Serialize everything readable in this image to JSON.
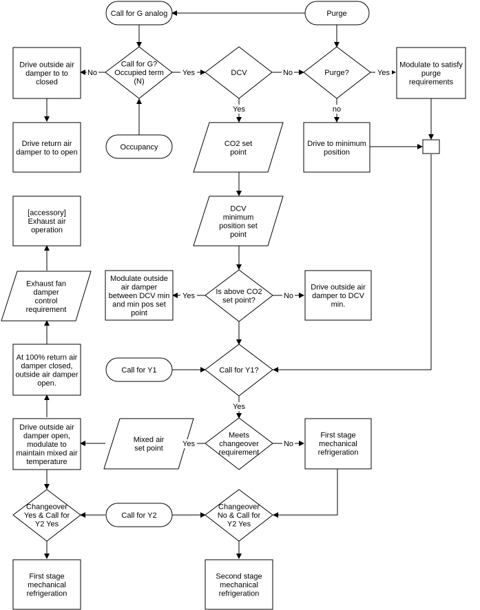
{
  "nodes": {
    "call_g_analog": [
      "Call for G analog"
    ],
    "purge": [
      "Purge"
    ],
    "drive_oa_closed": [
      "Drive outside air",
      "damper to to",
      "closed"
    ],
    "call_g_occupied": [
      "Call for G?",
      "Occupied term",
      "(N)"
    ],
    "dcv": [
      "DCV"
    ],
    "purge_q": [
      "Purge?"
    ],
    "modulate_purge": [
      "Modulate to satisfy",
      "purge",
      "requirements"
    ],
    "drive_return_open": [
      "Drive return air",
      "damper to to open"
    ],
    "occupancy": [
      "Occupancy"
    ],
    "co2_setpoint": [
      "CO2 set",
      "point"
    ],
    "drive_min_position": [
      "Drive to minimum",
      "position"
    ],
    "dcv_min_position": [
      "DCV",
      "minimum",
      "position set",
      "point"
    ],
    "exhaust_operation": [
      "[accessory]",
      "Exhaust air",
      "operation"
    ],
    "exhaust_fan_damper": [
      "Exhaust fan",
      "damper",
      "control",
      "requirement"
    ],
    "modulate_dcv_min": [
      "Modulate outside",
      "air damper",
      "between DCV min",
      "and min pos set",
      "point"
    ],
    "above_co2": [
      "Is above CO2",
      "set point?"
    ],
    "drive_oa_dcv_min": [
      "Drive outside air",
      "damper to DCV",
      "min."
    ],
    "at_100": [
      "At 100%  return air",
      "damper closed,",
      "outside air damper",
      "open."
    ],
    "call_y1": [
      "Call for Y1"
    ],
    "call_y1_q": [
      "Call for Y1?"
    ],
    "drive_oa_open": [
      "Drive outside air",
      "damper open,",
      "modulate to",
      "maintain mixed air",
      "temperature"
    ],
    "mixed_air": [
      "Mixed air",
      "set point"
    ],
    "meets_changeover": [
      "Meets",
      "changeover",
      "requirement"
    ],
    "first_stage_right": [
      "First stage",
      "mechanical",
      "refrigeration"
    ],
    "changeover_yes": [
      "Changeover",
      "Yes & Call for",
      "Y2 Yes"
    ],
    "call_y2": [
      "Call for Y2"
    ],
    "changeover_no": [
      "Changeover",
      "No & Call for",
      "Y2 Yes"
    ],
    "first_stage_bottom": [
      "First stage",
      "mechanical",
      "refrigeration"
    ],
    "second_stage": [
      "Second stage",
      "mechanical",
      "refrigeration"
    ]
  },
  "edge_labels": {
    "no_left": "No",
    "yes_occupied_dcv": "Yes",
    "no_dcv_purge": "No",
    "yes_purge": "Yes",
    "yes_dcv_down": "Yes",
    "no_purge_down": "no",
    "yes_co2_left": "Yes",
    "no_co2_right": "No",
    "yes_y1_down": "Yes",
    "yes_changeover_left": "Yes",
    "no_changeover_right": "No"
  }
}
